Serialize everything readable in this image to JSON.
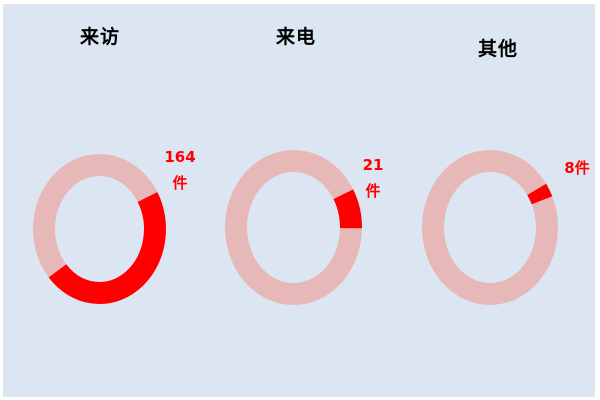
{
  "chart_data": {
    "type": "pie",
    "subtype": "donut",
    "title": "",
    "unit": "件",
    "colors": {
      "value": "#ff0000",
      "remainder": "#e6b9b8",
      "background": "#dce6f2"
    },
    "series": [
      {
        "name": "来访",
        "value": 164,
        "label_top": "164",
        "label_bottom": "件",
        "fraction": 0.47,
        "start_deg": 60
      },
      {
        "name": "来电",
        "value": 21,
        "label_top": "21",
        "label_bottom": "件",
        "fraction": 0.085,
        "start_deg": 60
      },
      {
        "name": "其他",
        "value": 8,
        "label_top": "8件",
        "label_bottom": "",
        "fraction": 0.03,
        "start_deg": 55
      }
    ]
  }
}
